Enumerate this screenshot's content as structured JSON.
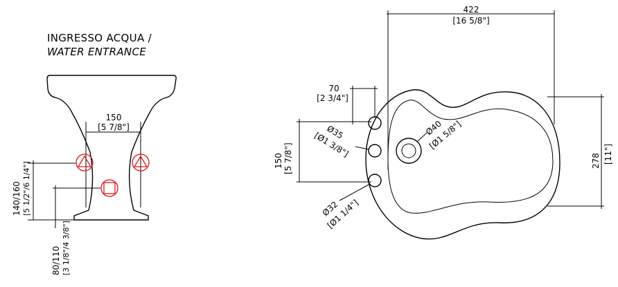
{
  "title": {
    "line1": "INGRESSO ACQUA /",
    "line2": "WATER ENTRANCE"
  },
  "colors": {
    "outline": "#000000",
    "water_symbol": "#e1141b",
    "background": "#ffffff"
  },
  "side_view": {
    "width_mm": "150",
    "width_in": "[5 7/8\"]",
    "height_mm": "140/160",
    "height_in": "[5 1/2\"/6 1/4\"]",
    "drain_mm": "80/110",
    "drain_in": "[3 1/8\"/4 3/8\"]"
  },
  "top_view": {
    "total_width_mm": "422",
    "total_width_in": "[16 5/8\"]",
    "offset_mm": "70",
    "offset_in": "[2 3/4\"]",
    "spacing_mm": "150",
    "spacing_in": "[5 7/8\"]",
    "depth_mm": "278",
    "depth_in": "[11\"]",
    "hole_d35_mm": "Ø35",
    "hole_d35_in": "[Ø1 3/8\"]",
    "hole_d40_mm": "Ø40",
    "hole_d40_in": "[Ø1 5/8\"]",
    "hole_d32_mm": "Ø32",
    "hole_d32_in": "[Ø1 1/4\"]"
  }
}
